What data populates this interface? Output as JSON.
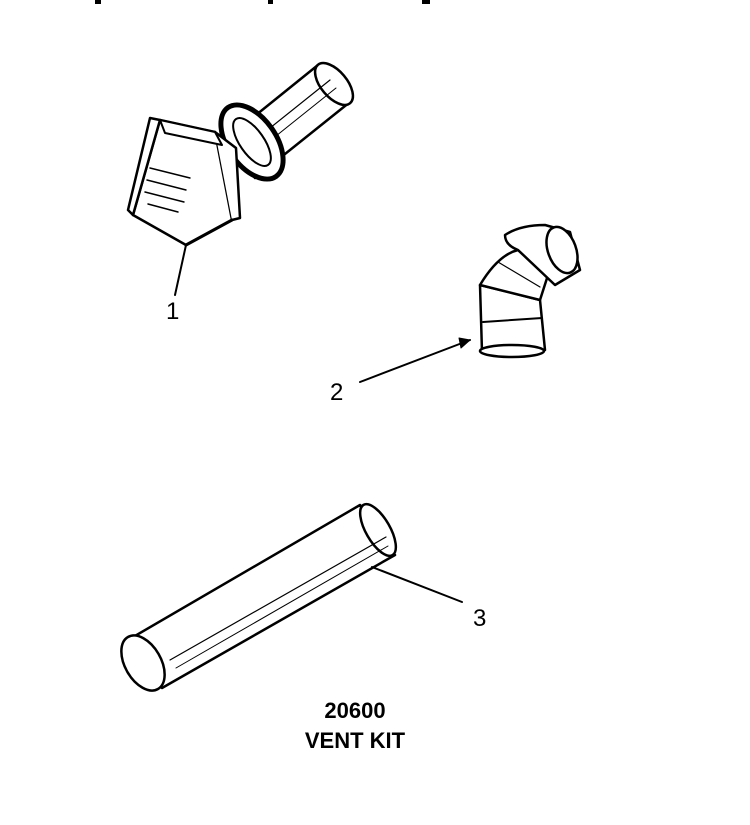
{
  "parts": [
    {
      "number": "1",
      "name": "vent hood"
    },
    {
      "number": "2",
      "name": "elbow"
    },
    {
      "number": "3",
      "name": "vent pipe"
    }
  ],
  "caption": {
    "kit_number": "20600",
    "kit_name": "VENT KIT"
  }
}
